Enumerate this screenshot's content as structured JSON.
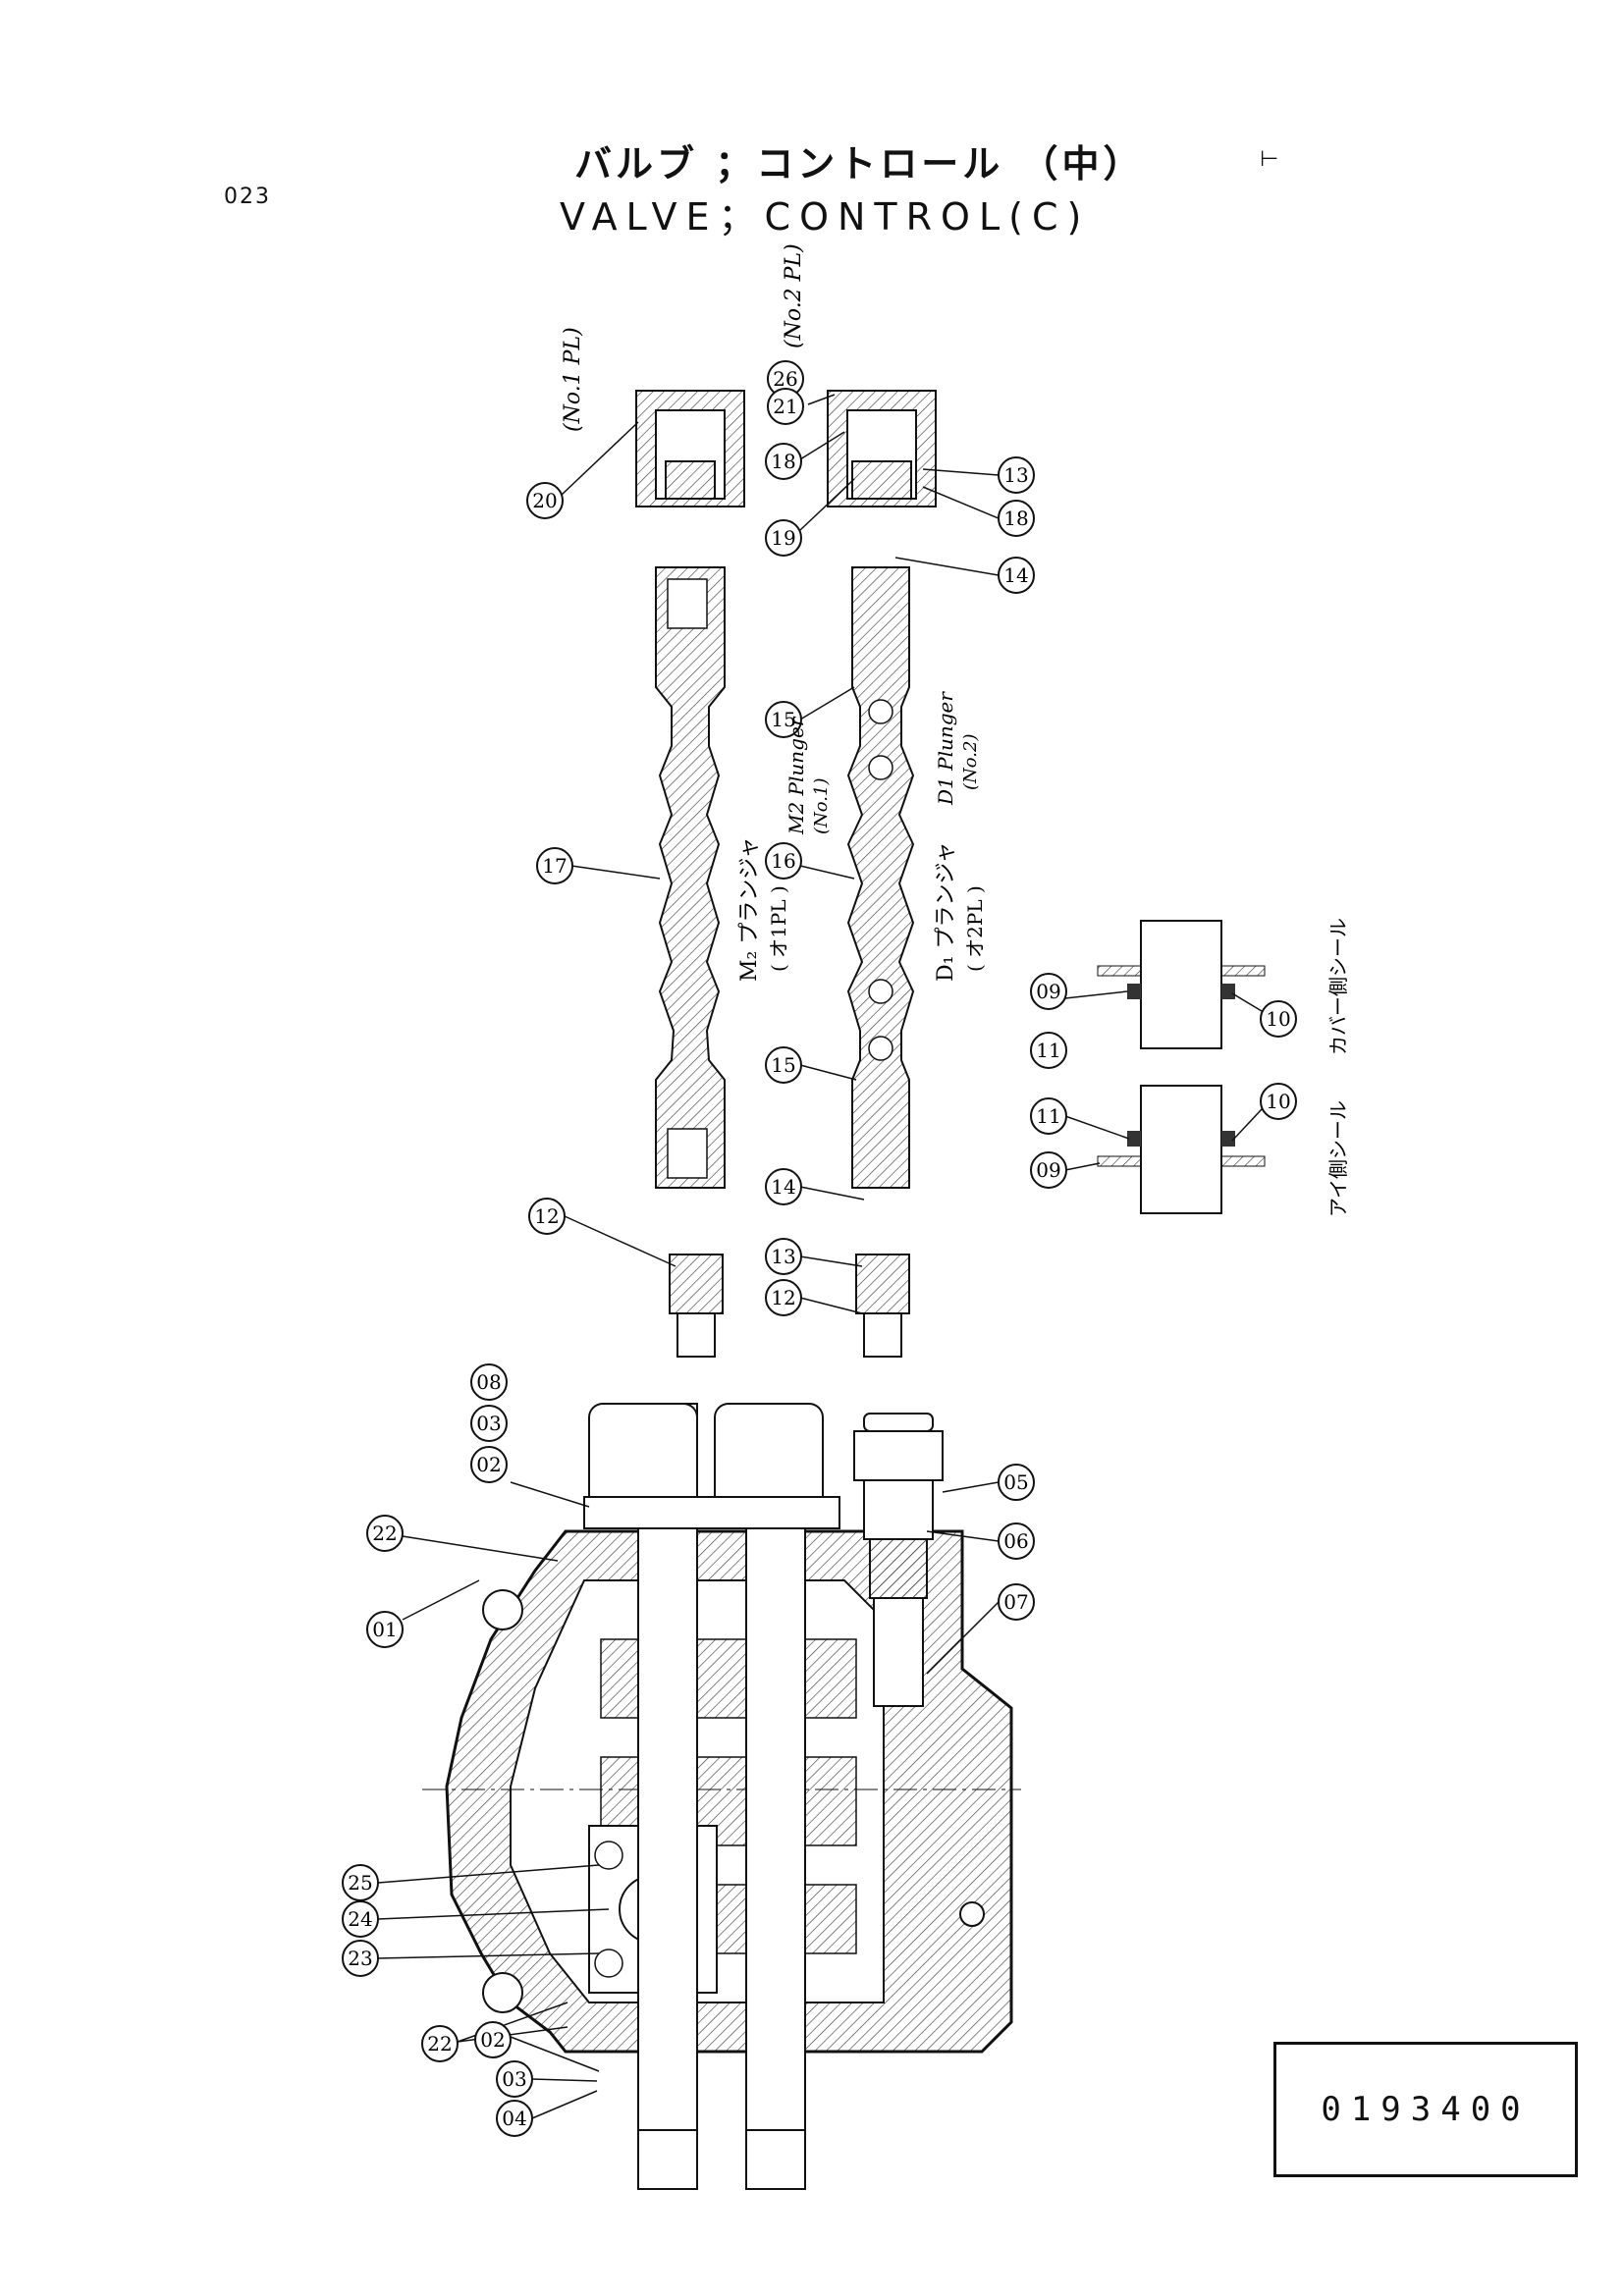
{
  "header": {
    "page_number": "023",
    "title_jp": "バルブ ；コントロール （中）",
    "title_en": "VALVE；CONTROL(C)",
    "corner_mark": "⊢"
  },
  "part_number": "0193400",
  "labels": {
    "no1pl": "(No.1 PL)",
    "no2pl": "(No.2 PL)",
    "m2_plunger_jp": "M₂ プランジャ",
    "no1pl_jp": "( オ1PL )",
    "m2_plunger_en": "M2 Plunger",
    "no1_en": "(No.1)",
    "d1_plunger_jp": "D₁ プランジャ",
    "no2pl_jp": "( オ2PL )",
    "d1_plunger_en": "D1 Plunger",
    "no2_en": "(No.2)",
    "cover_seal": "カバー側シール",
    "eye_seal": "アイ側シール"
  },
  "callouts": {
    "c01": "01",
    "c02a": "02",
    "c03a": "03",
    "c08": "08",
    "c02b": "02",
    "c03b": "03",
    "c04": "04",
    "c05": "05",
    "c06": "06",
    "c07": "07",
    "c09a": "09",
    "c09b": "09",
    "c10a": "10",
    "c10b": "10",
    "c11a": "11",
    "c11b": "11",
    "c12a": "12",
    "c12b": "12",
    "c13a": "13",
    "c13b": "13",
    "c14a": "14",
    "c14b": "14",
    "c15a": "15",
    "c15b": "15",
    "c16": "16",
    "c17": "17",
    "c18a": "18",
    "c18b": "18",
    "c19": "19",
    "c20": "20",
    "c21": "21",
    "c22a": "22",
    "c22b": "22",
    "c23": "23",
    "c24": "24",
    "c25": "25",
    "c26": "26"
  }
}
